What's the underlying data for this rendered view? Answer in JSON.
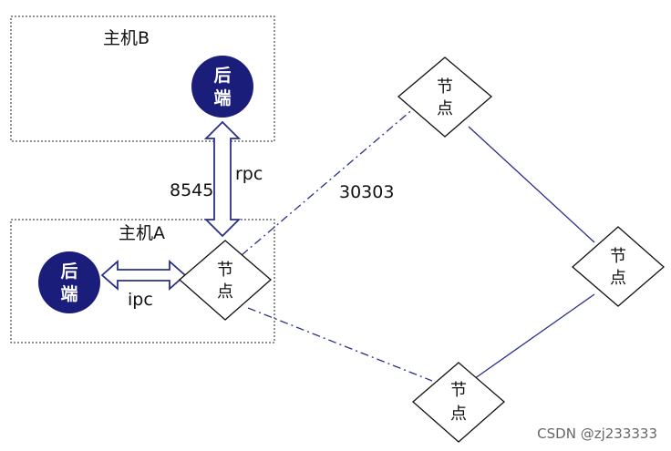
{
  "host_b": {
    "label": "主机B"
  },
  "host_a": {
    "label": "主机A"
  },
  "backend_b": {
    "line1": "后",
    "line2": "端"
  },
  "backend_a": {
    "line1": "后",
    "line2": "端"
  },
  "node_local": {
    "line1": "节",
    "line2": "点"
  },
  "node_top": {
    "line1": "节",
    "line2": "点"
  },
  "node_right": {
    "line1": "节",
    "line2": "点"
  },
  "node_bottom": {
    "line1": "节",
    "line2": "点"
  },
  "labels": {
    "rpc_port": "8545",
    "rpc": "rpc",
    "ipc": "ipc",
    "p2p_port": "30303"
  },
  "watermark": "CSDN @zj233333",
  "colors": {
    "backend_fill": "#1b1d7a",
    "link_line": "#2a2f8a",
    "arrow_stroke": "#2a2f8a"
  }
}
